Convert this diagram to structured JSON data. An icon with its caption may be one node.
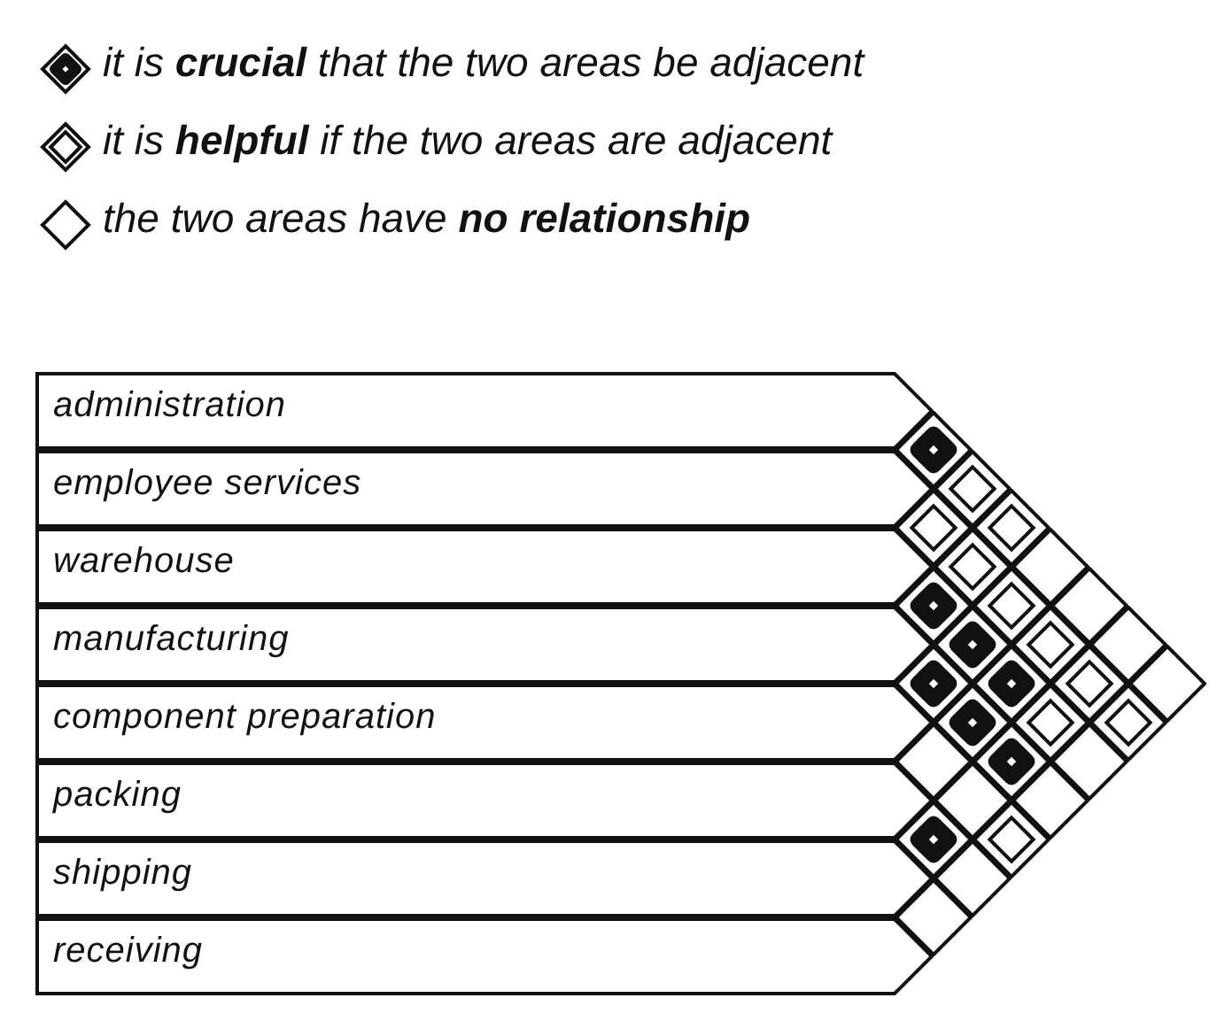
{
  "diagram": {
    "nodes": [
      {
        "text": [
          "administration"
        ]
      },
      {
        "text": [
          "employee services"
        ]
      },
      {
        "text": [
          "warehouse"
        ]
      },
      {
        "text": [
          "manufacturing"
        ]
      },
      {
        "text": [
          "component preparation"
        ]
      },
      {
        "text": [
          "packing"
        ]
      },
      {
        "text": [
          "shipping"
        ]
      },
      {
        "text": [
          "receiving"
        ]
      },
      {
        "text": [],
        "shape": "filled-diamond"
      },
      {
        "text": [],
        "shape": "double-diamond"
      },
      {
        "text": [],
        "shape": "double-diamond"
      },
      {
        "text": [],
        "shape": "double-diamond"
      },
      {
        "text": [],
        "shape": "double-diamond"
      },
      {
        "text": [],
        "shape": "diamond"
      },
      {
        "text": [],
        "shape": "filled-diamond"
      },
      {
        "text": [],
        "shape": "double-diamond"
      },
      {
        "text": [],
        "shape": "diamond"
      },
      {
        "text": [],
        "shape": "filled-diamond"
      },
      {
        "text": [],
        "shape": "double-diamond"
      },
      {
        "text": [],
        "shape": "diamond"
      },
      {
        "text": [],
        "shape": "filled-diamond"
      },
      {
        "text": [],
        "shape": "filled-diamond"
      },
      {
        "text": [],
        "shape": "double-diamond"
      },
      {
        "text": [],
        "shape": "diamond"
      },
      {
        "text": [],
        "shape": "filled-diamond"
      },
      {
        "text": [],
        "shape": "double-diamond"
      },
      {
        "text": [],
        "shape": "double-diamond"
      },
      {
        "text": [],
        "shape": "diamond"
      },
      {
        "text": [],
        "shape": "filled-diamond"
      },
      {
        "text": [],
        "shape": "diamond"
      },
      {
        "text": [],
        "shape": "diamond"
      },
      {
        "text": [],
        "shape": "diamond"
      },
      {
        "text": [],
        "shape": "filled-diamond"
      },
      {
        "text": [],
        "shape": "double-diamond"
      },
      {
        "text": [],
        "shape": "diamond"
      },
      {
        "text": [],
        "shape": "diamond"
      }
    ],
    "legend": [
      {
        "text": "it is **crucial** that the two areas be adjacent"
      },
      {
        "text": "it is **helpful** if the two areas are adjacent"
      },
      {
        "text": "the two areas have **no relationship**"
      }
    ]
  }
}
